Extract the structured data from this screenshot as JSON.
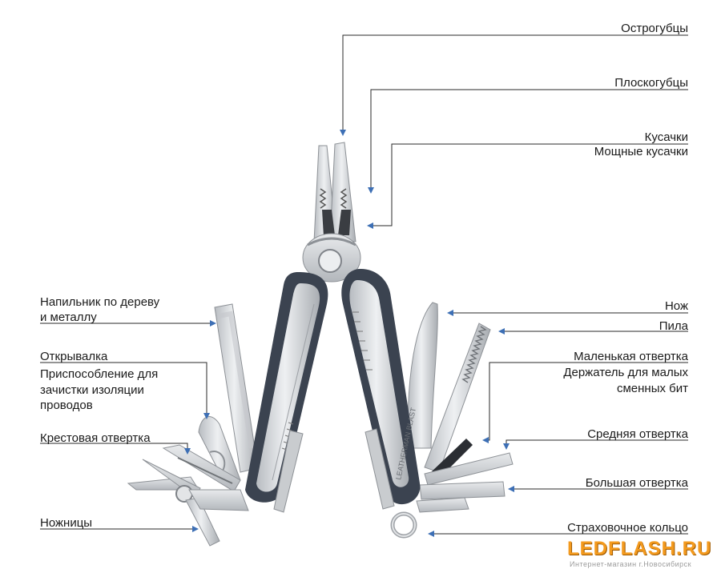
{
  "labels": {
    "wire_cutters_pointed": "Острогубцы",
    "needlenose_pliers": "Плоскогубцы",
    "wire_cutters": "Кусачки",
    "hard_wire_cutters": "Мощные кусачки",
    "file_line1": "Напильник по дереву",
    "file_line2": "и металлу",
    "bottle_opener": "Открывалка",
    "wire_stripper_line1": "Приспособление для",
    "wire_stripper_line2": "зачистки изоляции",
    "wire_stripper_line3": "проводов",
    "phillips": "Крестовая отвертка",
    "scissors": "Ножницы",
    "knife": "Нож",
    "saw": "Пила",
    "small_screwdriver": "Маленькая отвертка",
    "bit_holder_line1": "Держатель для малых",
    "bit_holder_line2": "сменных бит",
    "medium_screwdriver": "Средняя отвертка",
    "large_screwdriver": "Большая отвертка",
    "lanyard_ring": "Страховочное  кольцо"
  },
  "tool_engraving": "LEATHERMAN BLAST",
  "watermark": {
    "brand": "LEDFLASH.RU",
    "subtitle": "Интернет-магазин  г.Новосибирск"
  },
  "colors": {
    "leader_line": "#2a2a2a",
    "arrow": "#3d6fb5",
    "steel": "#d7d9dc",
    "steel_dark": "#a9adb2",
    "handle_frame": "#3b4350",
    "watermark": "#f39a1e"
  }
}
